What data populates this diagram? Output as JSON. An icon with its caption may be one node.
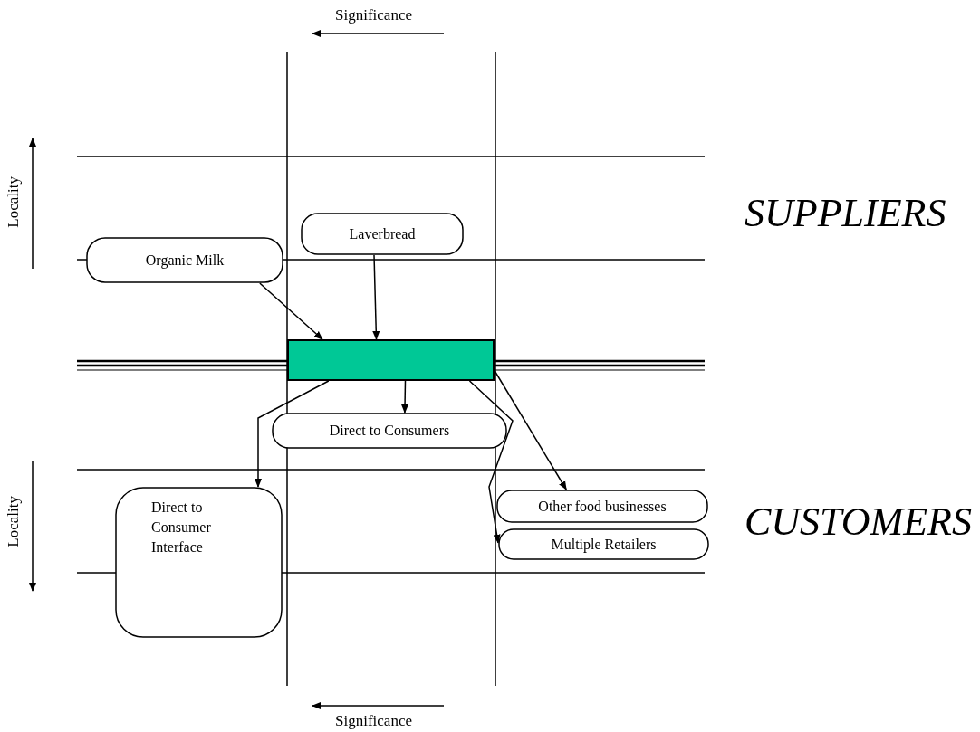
{
  "diagram": {
    "nodes": [
      {
        "text": [
          "Laverbread"
        ]
      },
      {
        "text": [
          "Organic Milk"
        ]
      },
      {
        "text": [],
        "shape": "box"
      },
      {
        "text": [
          "Direct to Consumers"
        ]
      },
      {
        "text": [
          "Direct to Consumer Interface"
        ]
      },
      {
        "text": [
          "Other food businesses"
        ]
      },
      {
        "text": [
          "Multiple Retailers"
        ]
      }
    ],
    "edges": [
      {
        "from": 1,
        "to": 2,
        "arrow": "to"
      },
      {
        "from": 0,
        "to": 2,
        "arrow": "to"
      },
      {
        "from": 2,
        "to": 3,
        "arrow": "to"
      },
      {
        "from": 2,
        "to": 4,
        "arrow": "to"
      },
      {
        "from": 2,
        "to": 5,
        "arrow": "to"
      },
      {
        "from": 2,
        "to": 6,
        "arrow": "to"
      }
    ],
    "labels": [
      "Significance",
      "Locality",
      "SUPPLIERS",
      "Locality",
      "CUSTOMERS",
      "Significance"
    ]
  }
}
